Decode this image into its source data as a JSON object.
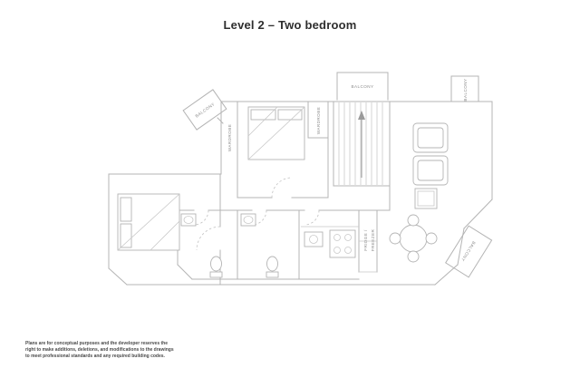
{
  "title": "Level 2 – Two bedroom",
  "labels": {
    "balcony": "BALCONY",
    "wardrobe": "WARDROBE",
    "fridge_line1": "FRIDGE /",
    "fridge_line2": "FREEZER"
  },
  "disclaimer": "Plans are for conceptual purposes and the developer reserves the right to make additions, deletions, and modifications to the drawings to meet professional standards and any required building codes.",
  "colors": {
    "wall_line": "#b4b4b4",
    "label_text": "#8c8c8c",
    "title_text": "#2e2e2e",
    "background": "#ffffff"
  }
}
